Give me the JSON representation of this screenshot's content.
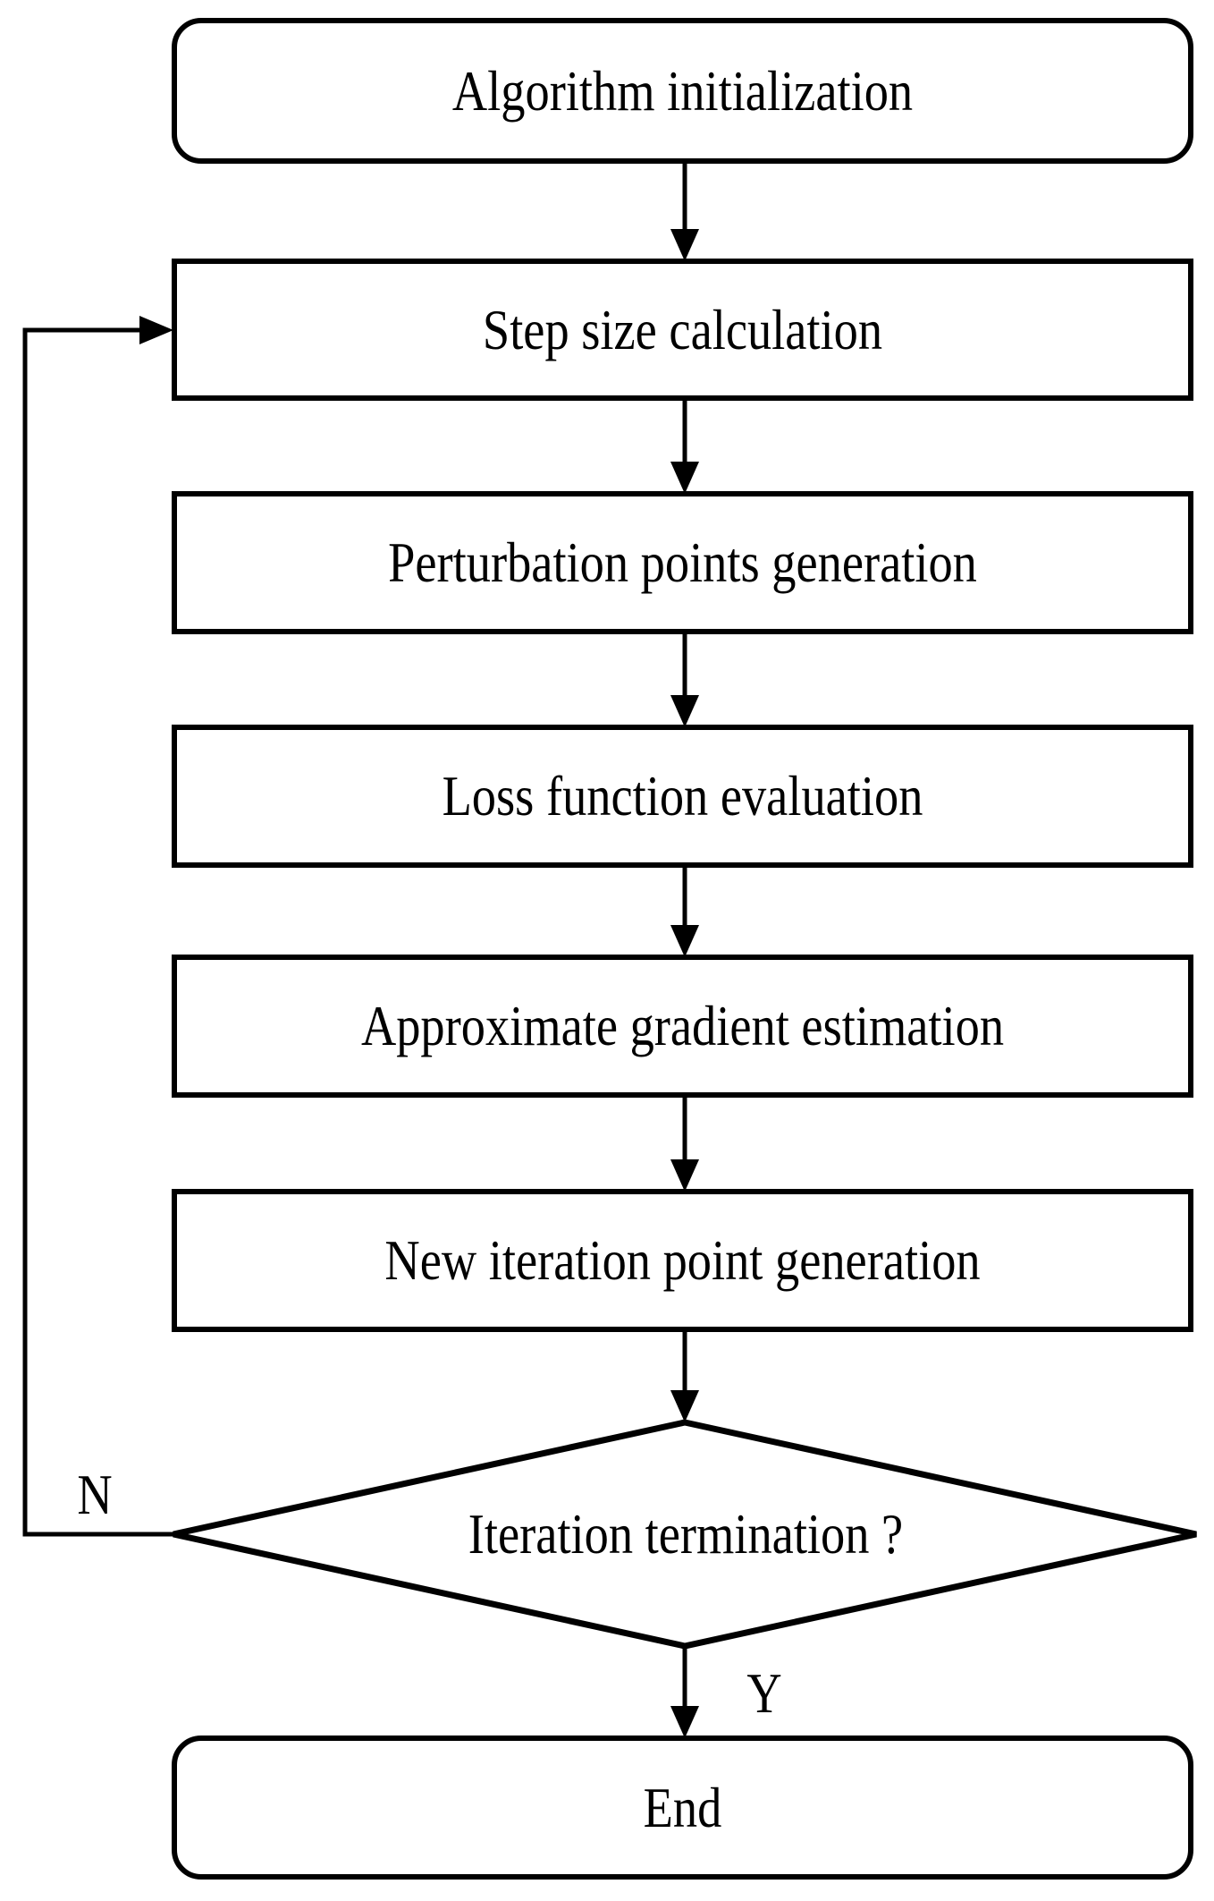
{
  "flowchart": {
    "nodes": [
      {
        "type": "start-end",
        "label": "Algorithm initialization"
      },
      {
        "type": "process",
        "label": "Step size calculation"
      },
      {
        "type": "process",
        "label": "Perturbation points generation"
      },
      {
        "type": "process",
        "label": "Loss function evaluation"
      },
      {
        "type": "process",
        "label": "Approximate gradient estimation"
      },
      {
        "type": "process",
        "label": "New iteration point generation"
      },
      {
        "type": "decision",
        "label": "Iteration termination ?"
      },
      {
        "type": "start-end",
        "label": "End"
      }
    ],
    "branches": {
      "no_label": "N",
      "yes_label": "Y"
    },
    "colors": {
      "stroke": "#000000",
      "fill": "#ffffff",
      "background": "#ffffff"
    }
  }
}
